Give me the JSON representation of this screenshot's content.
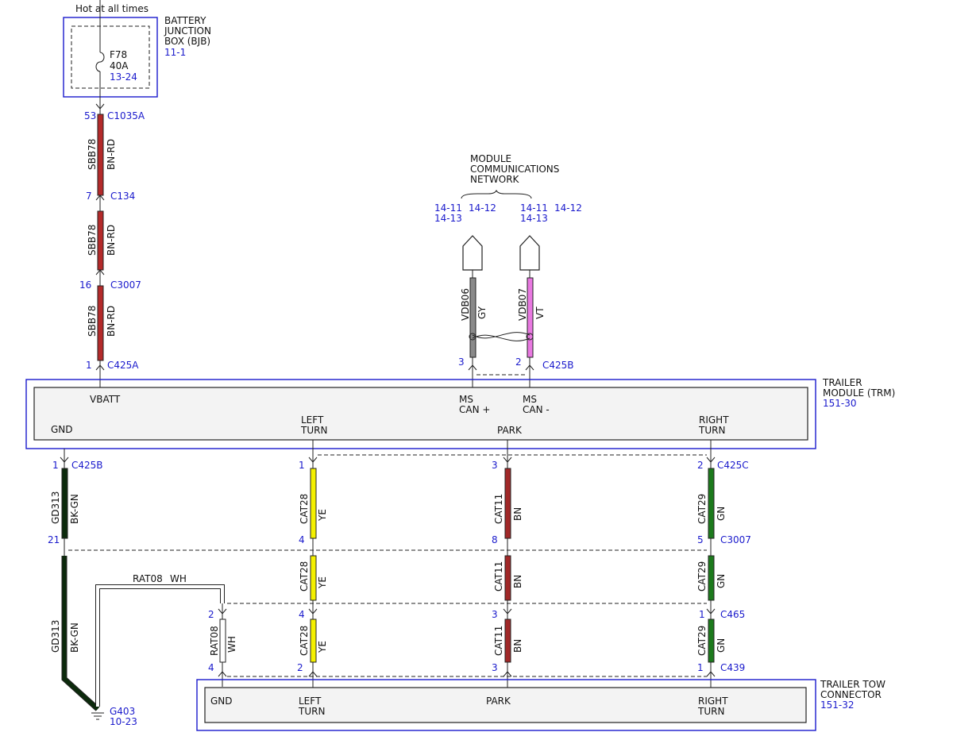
{
  "colors": {
    "BN-RD": "#b42a2a",
    "GY": "#8a8a8a",
    "VT": "#e878e0",
    "BK-GN": "#0c2a0c",
    "YE": "#f4f000",
    "BN": "#a02828",
    "GN": "#1c7a1c",
    "WH": "#ffffff",
    "blue": "#1a1acc"
  },
  "header": {
    "hot_label": "Hot at all times"
  },
  "bjb": {
    "name_lines": [
      "BATTERY",
      "JUNCTION",
      "BOX (BJB)"
    ],
    "ref": "11-1",
    "fuse_name": "F78",
    "fuse_rating": "40A",
    "fuse_ref": "13-24"
  },
  "feed_wire": {
    "circuit": "SBB78",
    "color_code": "BN-RD",
    "connectors": [
      {
        "pin": "53",
        "name": "C1035A"
      },
      {
        "pin": "7",
        "name": "C134"
      },
      {
        "pin": "16",
        "name": "C3007"
      },
      {
        "pin": "1",
        "name": "C425A"
      }
    ]
  },
  "network": {
    "title_lines": [
      "MODULE",
      "COMMUNICATIONS",
      "NETWORK"
    ],
    "left_refs": [
      "14-11",
      "14-13",
      "14-12"
    ],
    "right_refs": [
      "14-11",
      "14-13",
      "14-12"
    ],
    "wires": [
      {
        "circuit": "VDB06",
        "color_code": "GY",
        "pin": "3"
      },
      {
        "circuit": "VDB07",
        "color_code": "VT",
        "pin": "2"
      }
    ],
    "connector": "C425B"
  },
  "trm": {
    "name_lines": [
      "TRAILER",
      "MODULE (TRM)"
    ],
    "ref": "151-30",
    "pins": {
      "vbatt": "VBATT",
      "ms_can_plus": [
        "MS",
        "CAN +"
      ],
      "ms_can_minus": [
        "MS",
        "CAN -"
      ],
      "gnd": "GND",
      "left_turn": [
        "LEFT",
        "TURN"
      ],
      "park": "PARK",
      "right_turn": [
        "RIGHT",
        "TURN"
      ]
    }
  },
  "ground_wire": {
    "circuit": "GD313",
    "color_code": "BK-GN",
    "connectors": [
      {
        "pin": "1",
        "name": "C425B"
      },
      {
        "pin": "21",
        "name": ""
      }
    ],
    "ground": "G403",
    "ground_ref": "10-23"
  },
  "rat_wire": {
    "circuit": "RAT08",
    "color_code": "WH",
    "pins": [
      "2",
      "4"
    ]
  },
  "left_turn_wire": {
    "circuit": "CAT28",
    "color_code": "YE",
    "pins": [
      "1",
      "4",
      "4",
      "2"
    ]
  },
  "park_wire": {
    "circuit": "CAT11",
    "color_code": "BN",
    "pins": [
      "3",
      "8",
      "3",
      "3"
    ]
  },
  "right_turn_wire": {
    "circuit": "CAT29",
    "color_code": "GN",
    "pins": [
      "2",
      "5",
      "1",
      "1"
    ],
    "connectors": [
      "C425C",
      "C3007",
      "C465",
      "C439"
    ]
  },
  "ttc": {
    "name_lines": [
      "TRAILER TOW",
      "CONNECTOR"
    ],
    "ref": "151-32",
    "pins": {
      "gnd": "GND",
      "left_turn": [
        "LEFT",
        "TURN"
      ],
      "park": "PARK",
      "right_turn": [
        "RIGHT",
        "TURN"
      ]
    }
  }
}
